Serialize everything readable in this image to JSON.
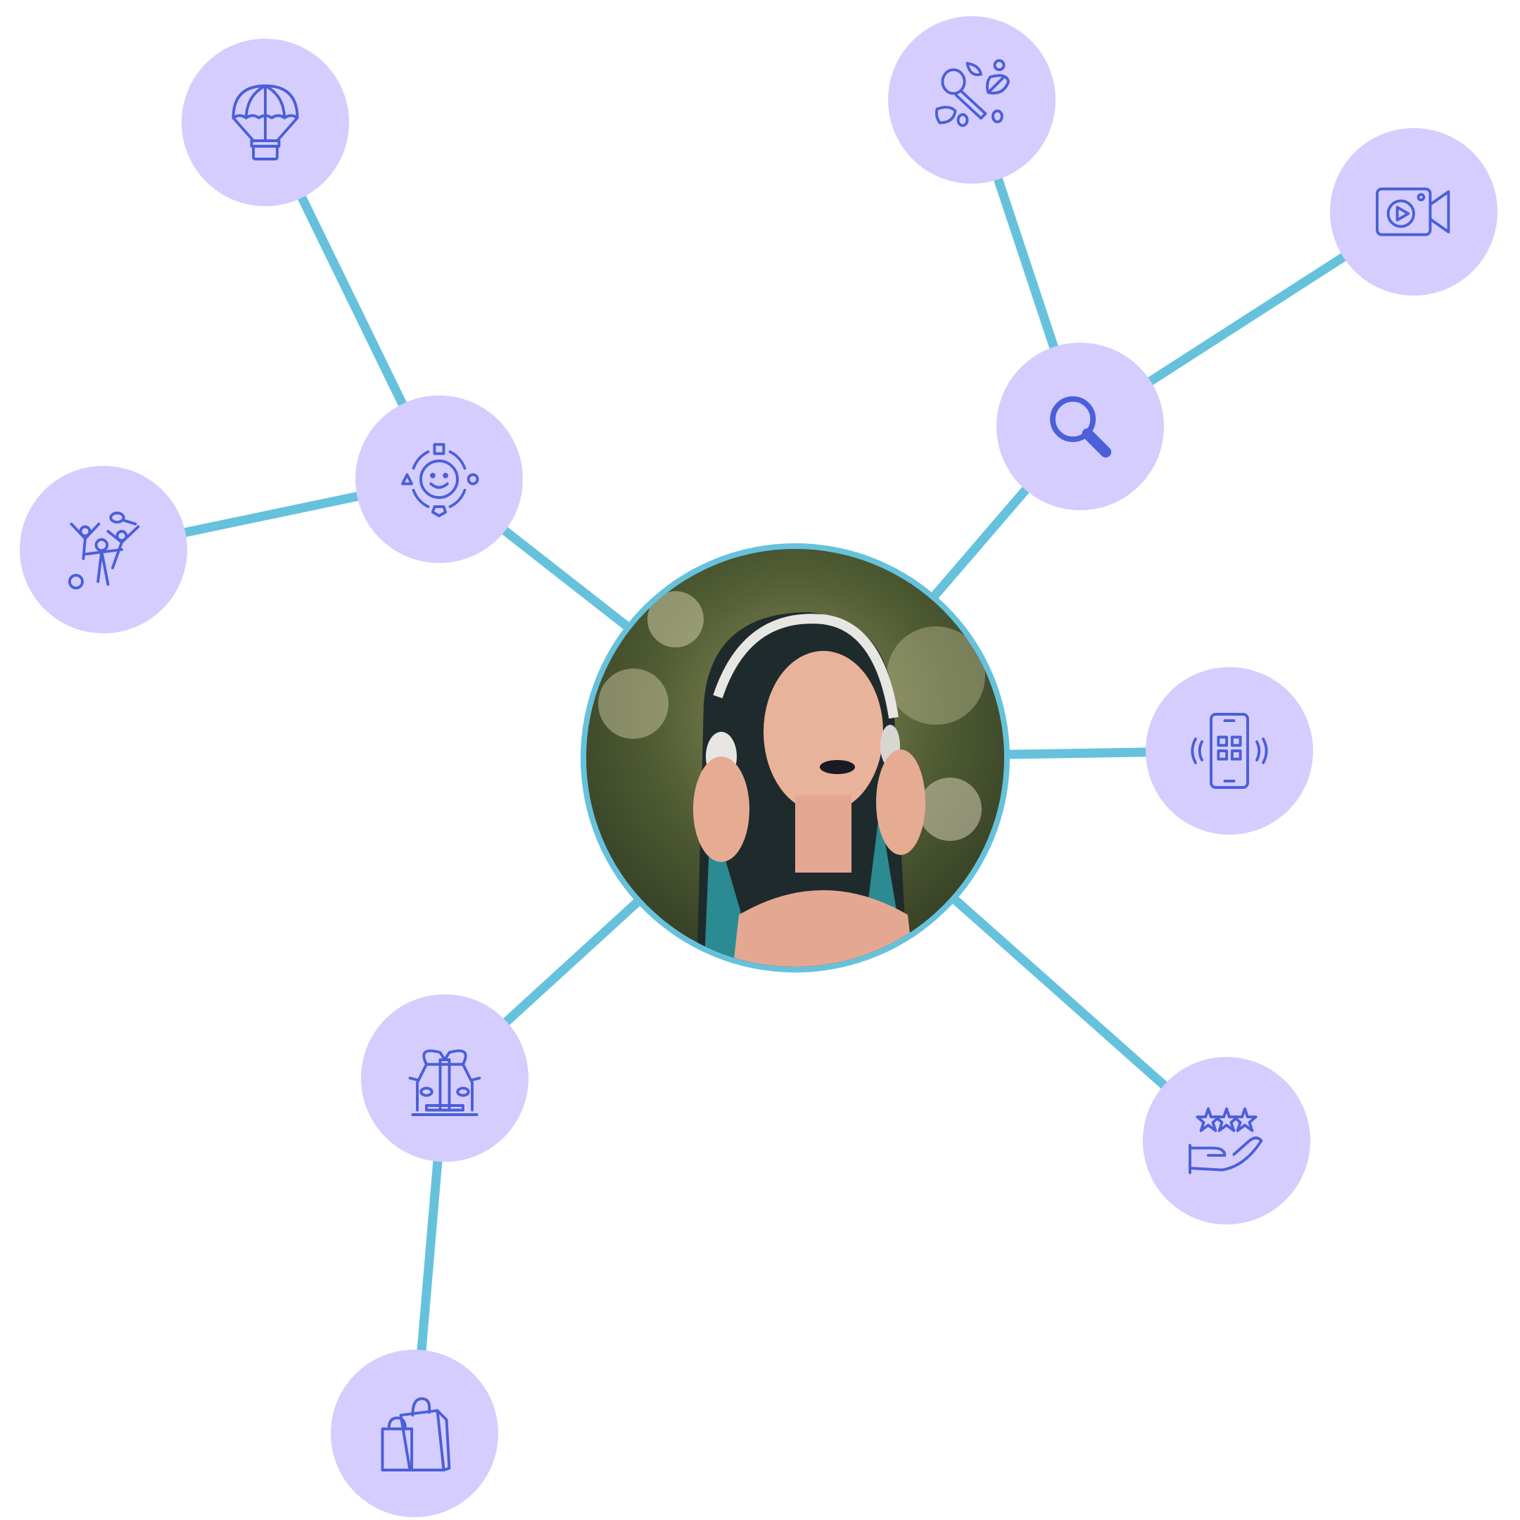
{
  "colors": {
    "node_fill": "#d5cdfd",
    "edge": "#66c2dc",
    "icon": "#4a5fd8",
    "center_ring": "#66c2dc"
  },
  "center": {
    "image": "woman-with-headphones-photo"
  },
  "nodes": [
    {
      "id": "smile",
      "icon": "face-with-shapes-icon"
    },
    {
      "id": "balloon",
      "icon": "parachute-balloon-icon"
    },
    {
      "id": "sports",
      "icon": "people-playing-sports-icon"
    },
    {
      "id": "search",
      "icon": "magnifier-icon"
    },
    {
      "id": "food",
      "icon": "spoon-leaves-food-icon"
    },
    {
      "id": "camera",
      "icon": "video-camera-icon"
    },
    {
      "id": "phone",
      "icon": "smartphone-apps-icon"
    },
    {
      "id": "rating",
      "icon": "hand-with-stars-icon"
    },
    {
      "id": "car",
      "icon": "car-gift-icon"
    },
    {
      "id": "shopping",
      "icon": "shopping-bags-icon"
    }
  ],
  "edges": [
    [
      "center",
      "smile"
    ],
    [
      "smile",
      "balloon"
    ],
    [
      "smile",
      "sports"
    ],
    [
      "center",
      "search"
    ],
    [
      "search",
      "food"
    ],
    [
      "search",
      "camera"
    ],
    [
      "center",
      "phone"
    ],
    [
      "center",
      "rating"
    ],
    [
      "center",
      "car"
    ],
    [
      "car",
      "shopping"
    ]
  ]
}
